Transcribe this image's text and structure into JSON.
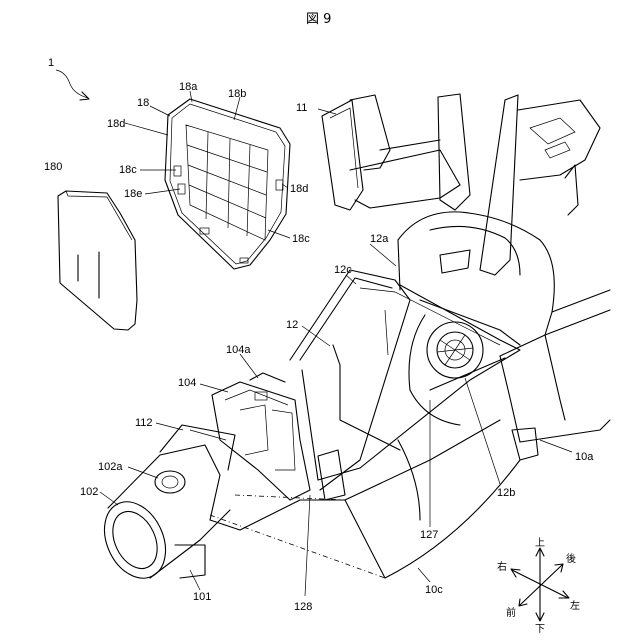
{
  "figure_title": "図 9",
  "labels": {
    "l1": "1",
    "l18": "18",
    "l18a": "18a",
    "l18b": "18b",
    "l18d_top": "18d",
    "l18c_left": "18c",
    "l18e": "18e",
    "l18d_right": "18d",
    "l18c_bottom": "18c",
    "l180": "180",
    "l11": "11",
    "l12a": "12a",
    "l12c": "12c",
    "l12": "12",
    "l104a": "104a",
    "l104": "104",
    "l112": "112",
    "l102a": "102a",
    "l102": "102",
    "l101": "101",
    "l128": "128",
    "l127": "127",
    "l12b": "12b",
    "l10a": "10a",
    "l10c": "10c"
  },
  "directions": {
    "up": "上",
    "down": "下",
    "right": "右",
    "left": "左",
    "front": "前",
    "back": "後"
  }
}
